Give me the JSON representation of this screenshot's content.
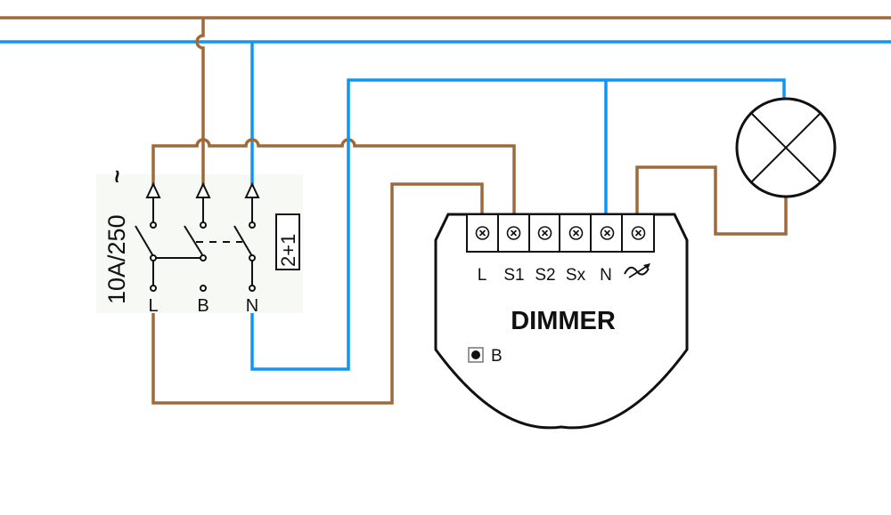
{
  "diagram": {
    "title": "Dimmer wiring diagram with double-pole switch",
    "colors": {
      "live_wire": "#9d6a3c",
      "neutral_wire": "#0f95f5",
      "outline": "#111111",
      "switch_background": "#f7f9f4"
    },
    "switch": {
      "rating_label": "10A/250",
      "ac_symbol": "~",
      "config_label": "2+1",
      "terminals": [
        "L",
        "B",
        "N"
      ]
    },
    "dimmer": {
      "label": "DIMMER",
      "terminals": [
        "L",
        "S1",
        "S2",
        "Sx",
        "N",
        "dimmer-output"
      ],
      "terminal_labels": [
        "L",
        "S1",
        "S2",
        "Sx",
        "N"
      ],
      "output_symbol": "dimmed-output-icon",
      "button_label": "B"
    },
    "lamp": {
      "symbol": "lamp-icon"
    }
  }
}
